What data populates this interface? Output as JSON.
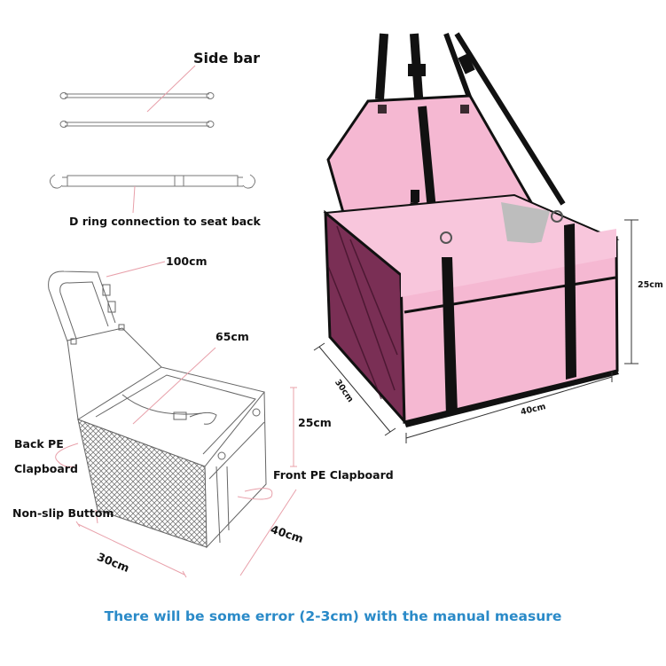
{
  "parts_diagram": {
    "side_bar_label": "Side bar",
    "d_ring_label": "D ring connection to seat back"
  },
  "line_drawing": {
    "strap_length": "100cm",
    "inner_strap_length": "65cm",
    "height": "25cm",
    "back_pe_label_line1": "Back PE",
    "back_pe_label_line2": "Clapboard",
    "front_pe_label": "Front PE Clapboard",
    "non_slip_label": "Non-slip Buttom",
    "depth": "30cm",
    "width": "40cm"
  },
  "product_photo": {
    "height": "25cm",
    "depth": "30cm",
    "width": "40cm",
    "colors": {
      "fabric": "#f5b8d2",
      "fabric_shadow": "#e89bbd",
      "trim": "#111111",
      "mesh": "#7a2f55"
    }
  },
  "caption": "There will be some error (2-3cm) with the manual measure",
  "colors": {
    "caption": "#2a8ac8",
    "leader_line": "#e8a0aa",
    "dimension_line_photo": "#333333"
  }
}
